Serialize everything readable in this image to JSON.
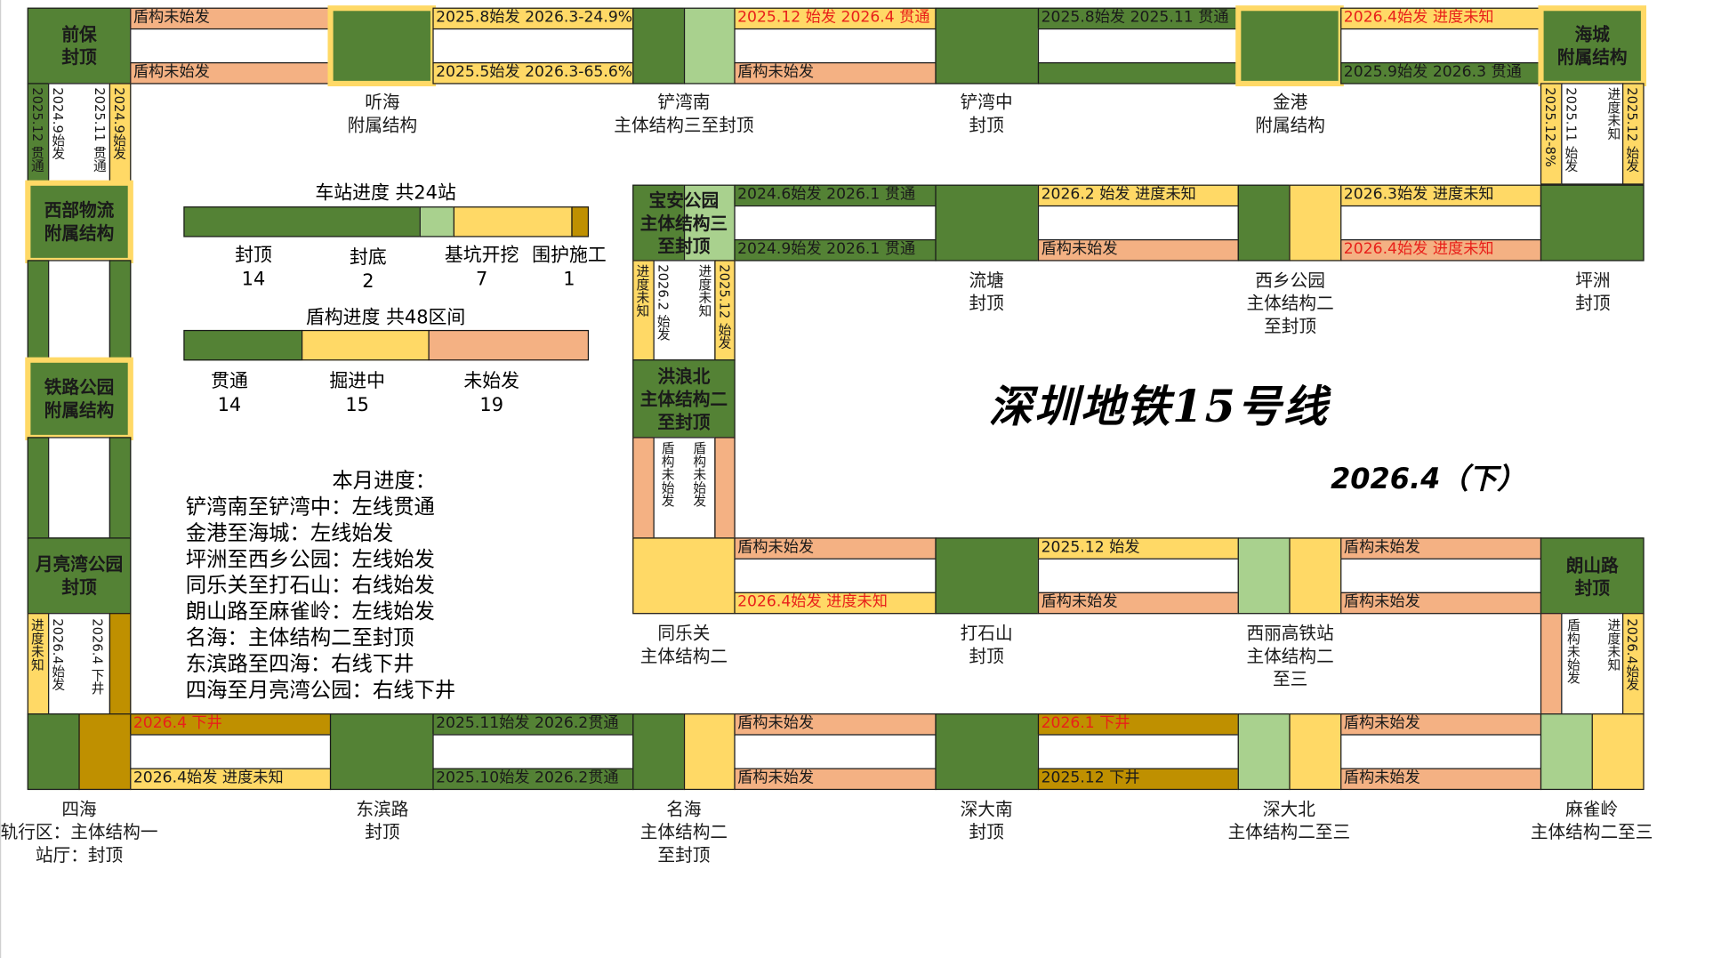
{
  "title": "深圳地铁15号线",
  "date": "2026.4（下）",
  "stations": {
    "qianbao": [
      "前保",
      "封顶"
    ],
    "tinghai": [
      "听海",
      "附属结构"
    ],
    "chanwannan": [
      "铲湾南",
      "主体结构三至封顶"
    ],
    "chanwanzhong": [
      "铲湾中",
      "封顶"
    ],
    "jingang": [
      "金港",
      "附属结构"
    ],
    "haicheng": [
      "海城",
      "附属结构"
    ],
    "xibuwuliu": [
      "西部物流",
      "附属结构"
    ],
    "baoangongyuan": [
      "宝安公园",
      "主体结构三",
      "至封顶"
    ],
    "liutang": [
      "流塘",
      "封顶"
    ],
    "xixianggongyuan": [
      "西乡公园",
      "主体结构二",
      "至封顶"
    ],
    "pingzhou": [
      "坪洲",
      "封顶"
    ],
    "tielugongyuan": [
      "铁路公园",
      "附属结构"
    ],
    "honglangbei": [
      "洪浪北",
      "主体结构二",
      "至封顶"
    ],
    "yueliangwan": [
      "月亮湾公园",
      "封顶"
    ],
    "tongleguan": [
      "同乐关",
      "主体结构二"
    ],
    "dashishan": [
      "打石山",
      "封顶"
    ],
    "xiligaotie": [
      "西丽高铁站",
      "主体结构二",
      "至三"
    ],
    "langshanlu": [
      "朗山路",
      "封顶"
    ],
    "sihai": [
      "四海",
      "轨行区：主体结构一",
      "站厅：封顶"
    ],
    "dongbinlu": [
      "东滨路",
      "封顶"
    ],
    "minghai": [
      "名海",
      "主体结构二",
      "至封顶"
    ],
    "shendanan": [
      "深大南",
      "封顶"
    ],
    "shendabei": [
      "深大北",
      "主体结构二至三"
    ],
    "maqueling": [
      "麻雀岭",
      "主体结构二至三"
    ]
  },
  "tunnels": {
    "t1_top": "盾构未始发",
    "t1_bot": "盾构未始发",
    "t2_top": "2025.8始发 2026.3-24.9%",
    "t2_bot": "2025.5始发 2026.3-65.6%",
    "t3_top": "2025.12 始发 2026.4 贯通",
    "t3_bot": "盾构未始发",
    "t4_top": "2025.8始发 2025.11 贯通",
    "t5_top": "2026.4始发 进度未知",
    "t5_bot": "2025.9始发 2026.3 贯通",
    "v_qb_a": "2025.12 贯通",
    "v_qb_b": "2024.9始发",
    "v_qb_c": "2025.11 贯通",
    "v_qb_d": "2024.9始发",
    "v_hc_a": "2025.12-8%",
    "v_hc_b": "2025.11 始发",
    "v_hc_c": "进度未知",
    "v_hc_d": "2025.12 始发",
    "m1_top": "2024.6始发 2026.1 贯通",
    "m1_bot": "2024.9始发 2026.1 贯通",
    "m2_top": "2026.2 始发 进度未知",
    "m2_bot": "盾构未始发",
    "m3_top": "2026.3始发 进度未知",
    "m3_bot": "2026.4始发 进度未知",
    "v_bh_a": "进度未知",
    "v_bh_b": "2026.2 始发",
    "v_bh_c": "进度未知",
    "v_bh_d": "2025.12 始发",
    "v_ht_a": "盾构未始发",
    "v_ht_b": "盾构未始发",
    "l1_top": "盾构未始发",
    "l1_bot": "2026.4始发 进度未知",
    "l2_top": "2025.12 始发",
    "l2_bot": "盾构未始发",
    "l3_top": "盾构未始发",
    "l3_bot": "盾构未始发",
    "v_ls_a": "盾构未始发",
    "v_ls_b": "进度未知",
    "v_ls_c": "2026.4始发",
    "v_ys_a": "进度未知",
    "v_ys_b": "2026.4始发",
    "v_ys_c": "2026.4 下井",
    "b1_top": "2026.4 下井",
    "b1_bot": "2026.4始发 进度未知",
    "b2_top": "2025.11始发 2026.2贯通",
    "b2_bot": "2025.10始发 2026.2贯通",
    "b3_top": "盾构未始发",
    "b3_bot": "盾构未始发",
    "b4_top": "2026.1 下井",
    "b4_bot": "2025.12 下井",
    "b5_top": "盾构未始发",
    "b5_bot": "盾构未始发"
  },
  "station_progress": {
    "title": "车站进度 共24站",
    "items": [
      {
        "label": "封顶",
        "value": 14
      },
      {
        "label": "封底",
        "value": 2
      },
      {
        "label": "基坑开挖",
        "value": 7
      },
      {
        "label": "围护施工",
        "value": 1
      }
    ],
    "colors": [
      "#548235",
      "#a9d18e",
      "#ffd966",
      "#bf9000"
    ]
  },
  "shield_progress": {
    "title": "盾构进度 共48区间",
    "items": [
      {
        "label": "贯通",
        "value": 14
      },
      {
        "label": "掘进中",
        "value": 15
      },
      {
        "label": "未始发",
        "value": 19
      }
    ],
    "colors": [
      "#548235",
      "#ffd966",
      "#f4b183"
    ]
  },
  "monthly": {
    "title": "本月进度：",
    "items": [
      "铲湾南至铲湾中：左线贯通",
      "金港至海城：左线始发",
      "坪洲至西乡公园：左线始发",
      "同乐关至打石山：右线始发",
      "朗山路至麻雀岭：左线始发",
      "名海：主体结构二至封顶",
      "东滨路至四海：右线下井",
      "四海至月亮湾公园：右线下井"
    ]
  }
}
